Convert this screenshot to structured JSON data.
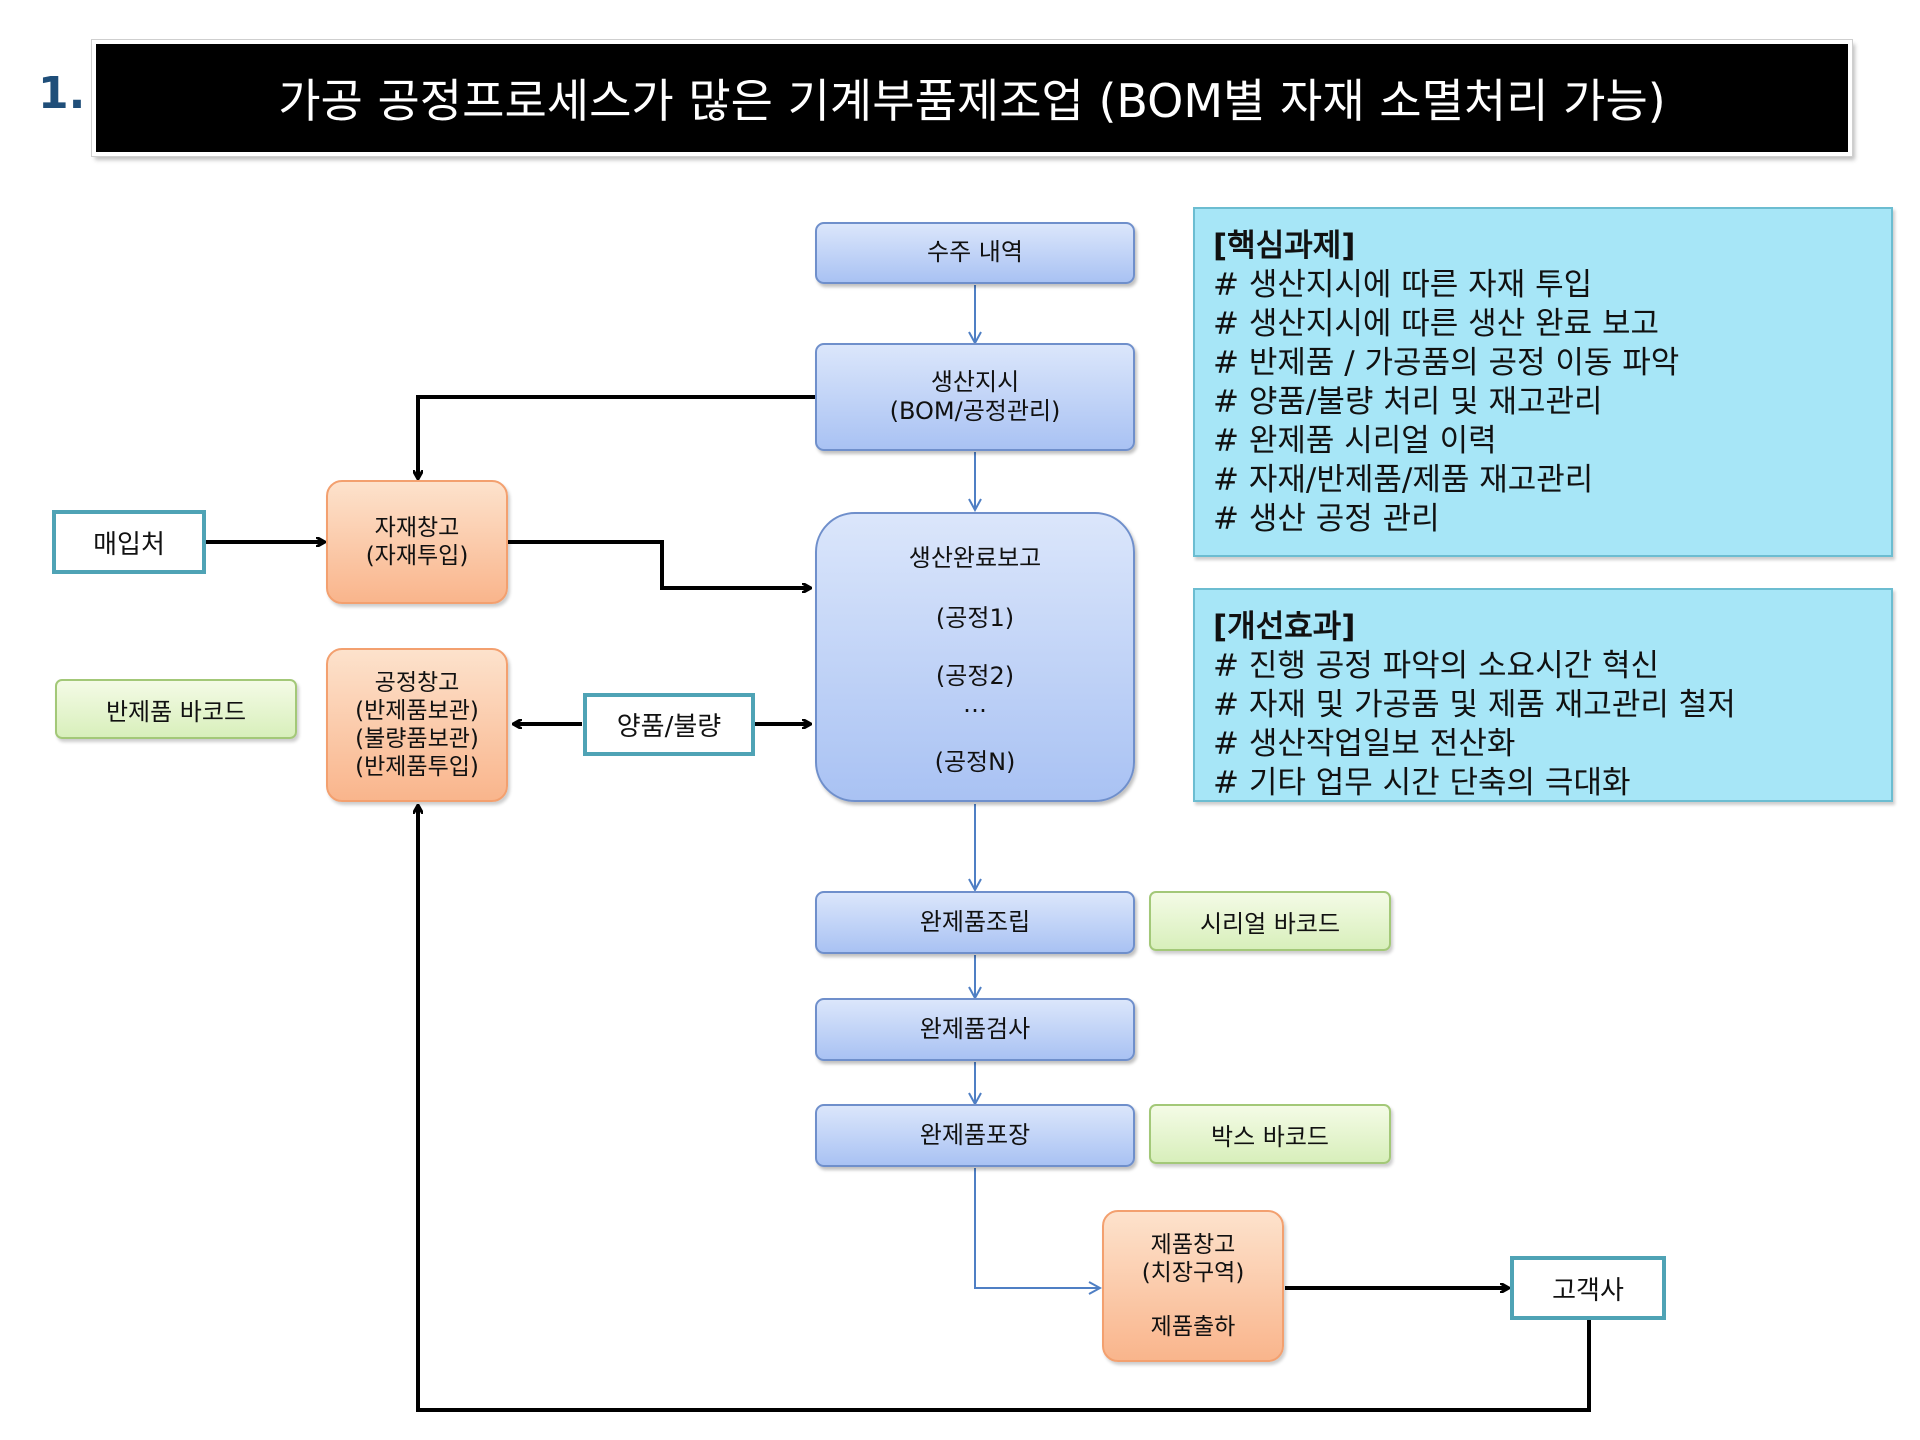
{
  "header": {
    "number": "1.",
    "title": "가공 공정프로세스가 많은 기계부품제조업 (BOM별 자재 소멸처리 가능)"
  },
  "flow": {
    "order": "수주 내역",
    "production_order": [
      "생산지시",
      "(BOM/공정관리)"
    ],
    "completion_report": {
      "title": "생산완료보고",
      "steps": [
        "(공정1)",
        "(공정2)",
        "…",
        "(공정N)"
      ]
    },
    "assembly": "완제품조립",
    "inspection": "완제품검사",
    "packing": "완제품포장",
    "material_warehouse": [
      "자재창고",
      "(자재투입)"
    ],
    "process_warehouse": [
      "공정창고",
      "(반제품보관)",
      "(불량품보관)",
      "(반제품투입)"
    ],
    "product_warehouse": [
      "제품창고",
      "(치장구역)",
      "",
      "제품출하"
    ],
    "supplier": "매입처",
    "good_bad": "양품/불량",
    "customer": "고객사"
  },
  "barcodes": {
    "semi": "반제품 바코드",
    "serial": "시리얼 바코드",
    "box": "박스 바코드"
  },
  "key_tasks": {
    "title": "[핵심과제]",
    "items": [
      "# 생산지시에 따른 자재 투입",
      "# 생산지시에 따른 생산 완료 보고",
      "# 반제품 / 가공품의 공정 이동 파악",
      "# 양품/불량 처리 및 재고관리",
      "# 완제품 시리얼 이력",
      "# 자재/반제품/제품 재고관리",
      "# 생산 공정 관리"
    ]
  },
  "effects": {
    "title": "[개선효과]",
    "items": [
      "# 진행 공정 파악의 소요시간 혁신",
      "# 자재 및 가공품 및 제품 재고관리 철저",
      "# 생산작업일보 전산화",
      "# 기타 업무 시간 단축의 극대화"
    ]
  },
  "colors": {
    "title_bg": "#000000",
    "blue_box": "#a9c2f3",
    "orange_box": "#f9b58c",
    "green_box": "#d8efbb",
    "info_box": "#a7e6f7",
    "teal_border": "#4fa3b5",
    "blue_arrow": "#4f7fc4"
  }
}
